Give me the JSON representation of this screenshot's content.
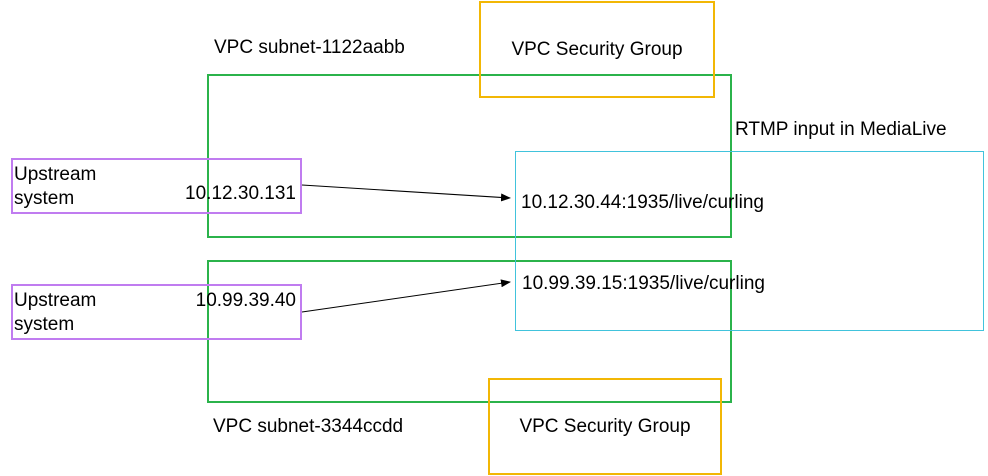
{
  "subnets": [
    {
      "label": "VPC subnet-1122aabb",
      "color": "#2bb34b"
    },
    {
      "label": "VPC subnet-3344ccdd",
      "color": "#2bb34b"
    }
  ],
  "security_groups": [
    {
      "label": "VPC Security Group",
      "color": "#f2b705"
    },
    {
      "label": "VPC Security Group",
      "color": "#f2b705"
    }
  ],
  "medialive": {
    "label": "RTMP input in MediaLive",
    "color": "#41c3dc",
    "endpoints": [
      "10.12.30.44:1935/live/curling",
      "10.99.39.15:1935/live/curling"
    ]
  },
  "upstreams": [
    {
      "label": "Upstream\nsystem",
      "ip": "10.12.30.131",
      "color": "#c07cf0"
    },
    {
      "label": "Upstream\nsystem",
      "ip": "10.99.39.40",
      "color": "#c07cf0"
    }
  ]
}
